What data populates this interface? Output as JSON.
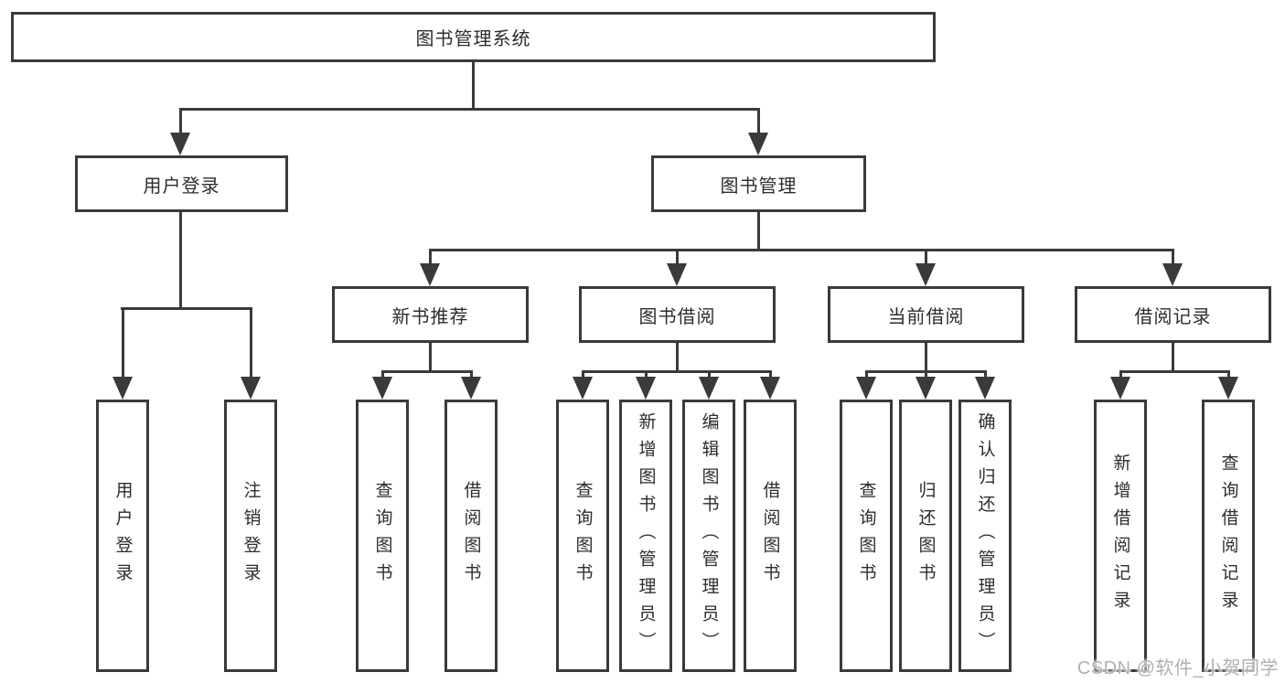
{
  "diagram": {
    "watermark": "CSDN @软件_小贺同学",
    "colors": {
      "line": "#3a3a3a",
      "box_border": "#3a3a3a",
      "text": "#2d2d2d",
      "watermark": "#b0b0b0",
      "background": "#ffffff"
    },
    "root": {
      "label": "图书管理系统",
      "children": [
        {
          "label": "用户登录",
          "children": [
            {
              "label": "用户登录"
            },
            {
              "label": "注销登录"
            }
          ]
        },
        {
          "label": "图书管理",
          "children": [
            {
              "label": "新书推荐",
              "children": [
                {
                  "label": "查询图书"
                },
                {
                  "label": "借阅图书"
                }
              ]
            },
            {
              "label": "图书借阅",
              "children": [
                {
                  "label": "查询图书"
                },
                {
                  "label": "新增图书（管理员）"
                },
                {
                  "label": "编辑图书（管理员）"
                },
                {
                  "label": "借阅图书"
                }
              ]
            },
            {
              "label": "当前借阅",
              "children": [
                {
                  "label": "查询图书"
                },
                {
                  "label": "归还图书"
                },
                {
                  "label": "确认归还（管理员）"
                }
              ]
            },
            {
              "label": "借阅记录",
              "children": [
                {
                  "label": "新增借阅记录"
                },
                {
                  "label": "查询借阅记录"
                }
              ]
            }
          ]
        }
      ]
    }
  }
}
